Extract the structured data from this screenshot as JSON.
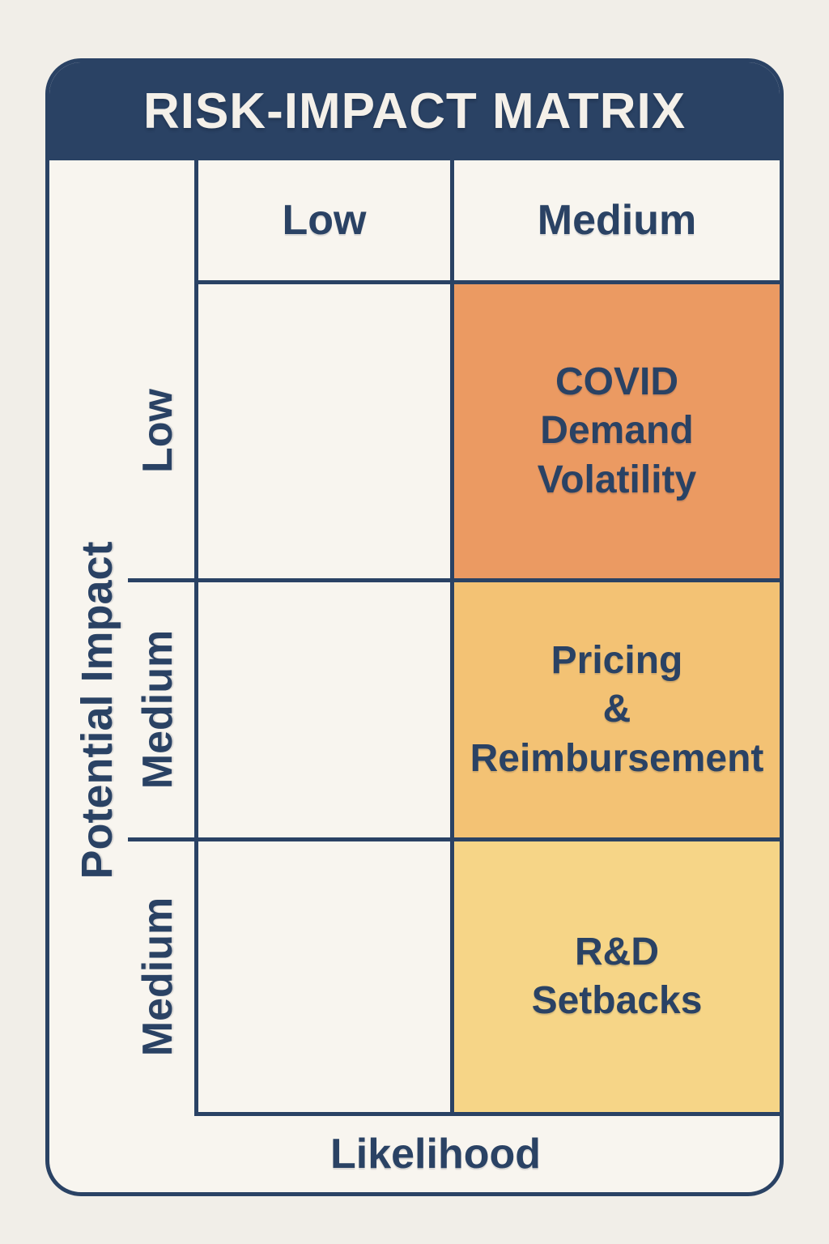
{
  "title": "RISK-IMPACT MATRIX",
  "x_axis": {
    "label": "Likelihood",
    "column_headers": [
      "Low",
      "Medium"
    ]
  },
  "y_axis": {
    "label": "Potential Impact",
    "row_labels": [
      "Low",
      "Medium",
      "Medium"
    ]
  },
  "cells": [
    {
      "impact": "Low",
      "likelihood": "Medium",
      "risk": "COVID\nDemand\nVolatility",
      "color": "#eb9a62"
    },
    {
      "impact": "Medium",
      "likelihood": "Medium",
      "risk": "Pricing\n&\nReimbursement",
      "color": "#f3c274"
    },
    {
      "impact": "Medium",
      "likelihood": "Medium",
      "risk": "R&D\nSetbacks",
      "color": "#f6d587"
    }
  ],
  "colors": {
    "navy": "#2a4264",
    "page_bg": "#f1eee8",
    "card_bg": "#f8f5ef",
    "title_text": "#f4f0e9",
    "cell_orange": "#eb9a62",
    "cell_amber": "#f3c274",
    "cell_yellow": "#f6d587"
  }
}
